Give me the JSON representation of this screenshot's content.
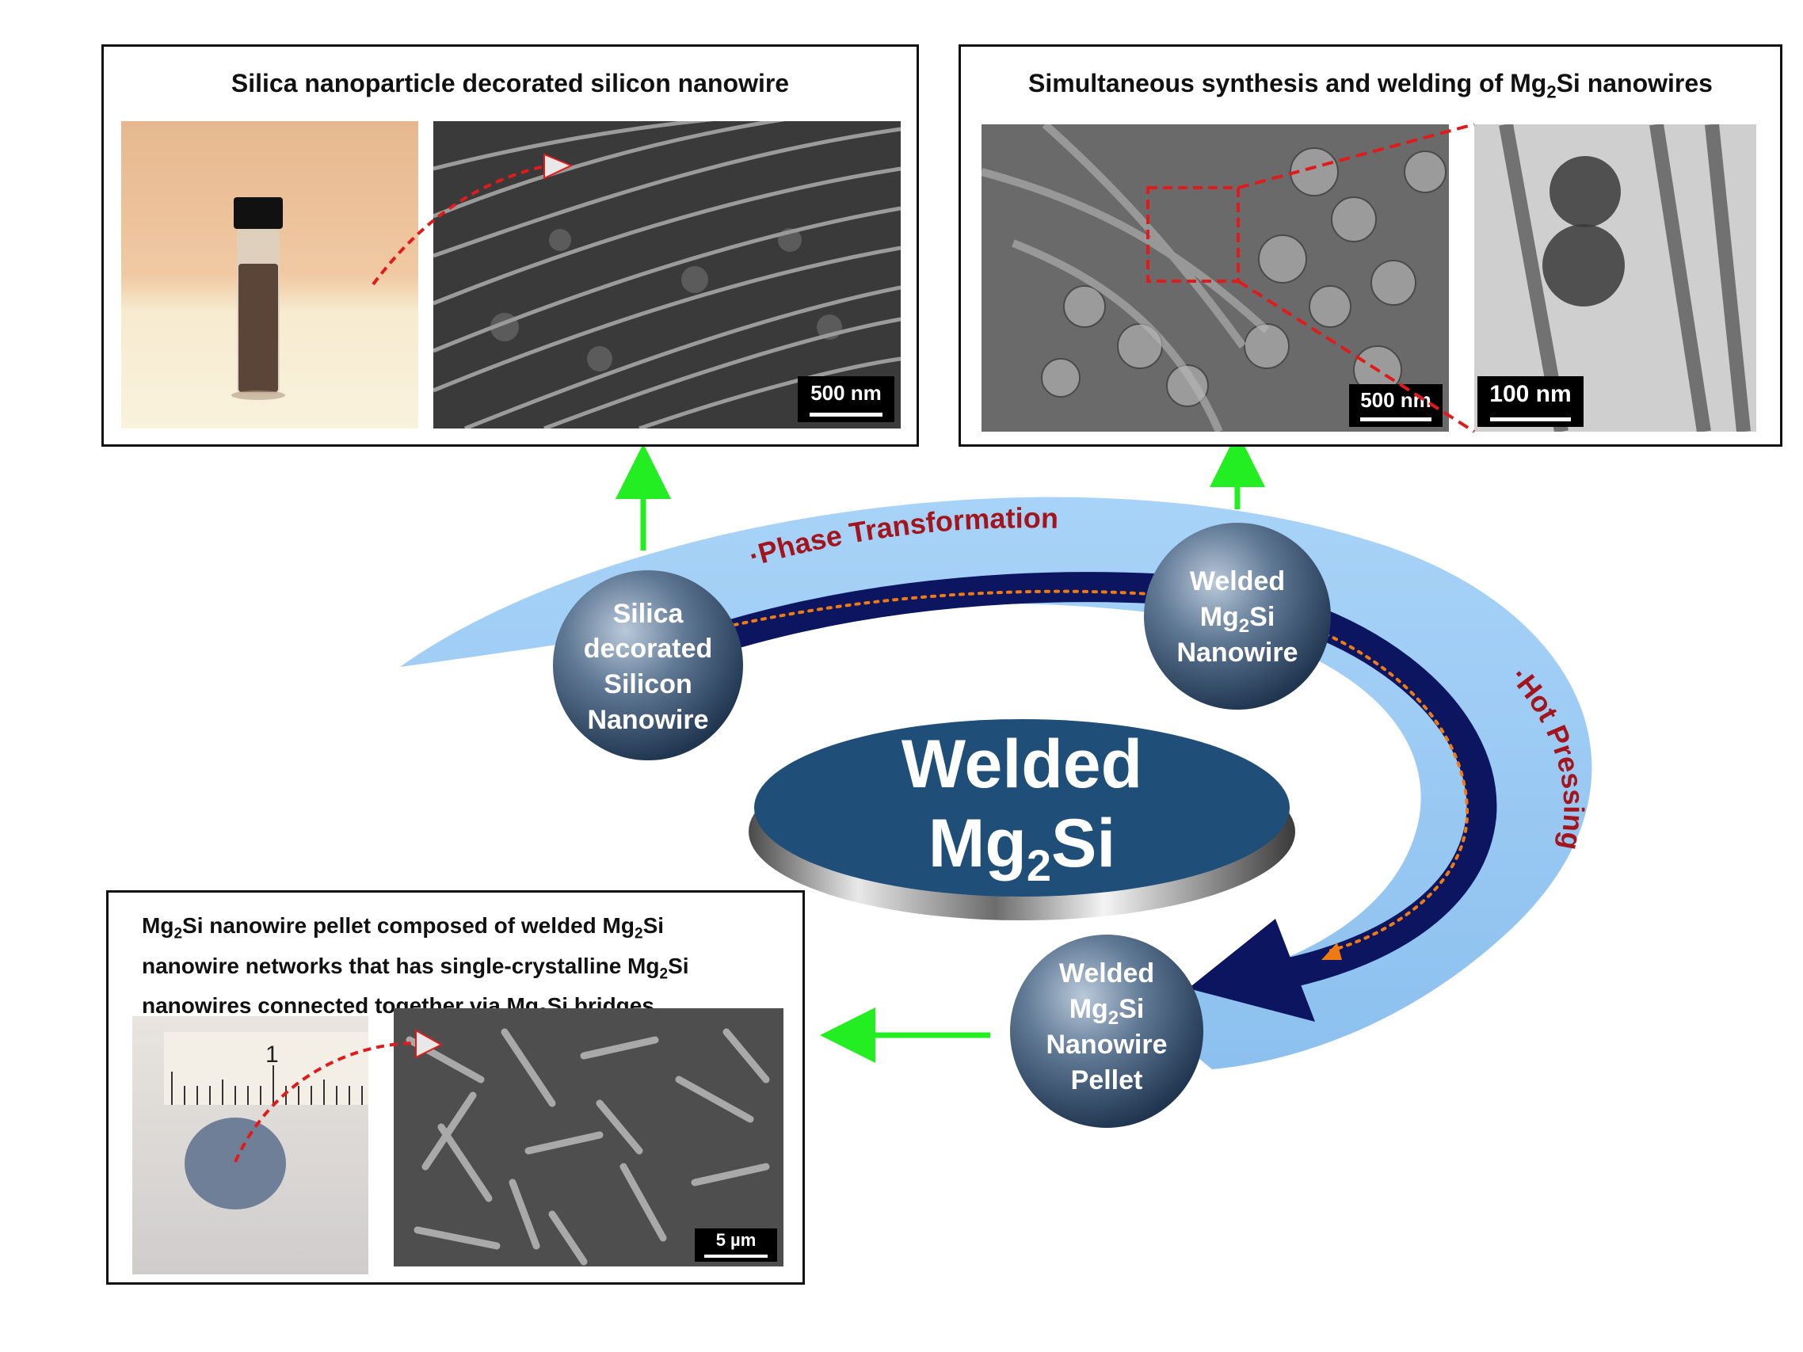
{
  "panels": {
    "top_left": {
      "title": "Silica nanoparticle decorated silicon nanowire",
      "scale_label": "500 nm"
    },
    "top_right": {
      "title_part1": "Simultaneous synthesis and welding of Mg",
      "title_sub": "2",
      "title_part2": "Si nanowires",
      "scale_label_sem": "500 nm",
      "scale_label_tem": "100 nm"
    },
    "bottom_left": {
      "desc_line1_a": "Mg",
      "desc_line1_sub1": "2",
      "desc_line1_b": "Si nanowire pellet composed of welded Mg",
      "desc_line1_sub2": "2",
      "desc_line1_c": "Si",
      "desc_line2_a": "nanowire networks that has single-crystalline Mg",
      "desc_line2_sub": "2",
      "desc_line2_b": "Si",
      "desc_line3_a": "nanowires connected together via Mg",
      "desc_line3_sub": "2",
      "desc_line3_b": "Si bridges",
      "ruler_label": "1",
      "scale_label": "5 µm"
    }
  },
  "cycle": {
    "phase_label": "·Phase Transformation",
    "hot_label": "·Hot Pressing",
    "center_line1": "Welded",
    "center_line2_a": "Mg",
    "center_line2_sub": "2",
    "center_line2_b": "Si",
    "nodes": {
      "silica": {
        "l1": "Silica",
        "l2": "decorated",
        "l3": "Silicon",
        "l4": "Nanowire"
      },
      "welded": {
        "l1": "Welded",
        "l2a": "Mg",
        "l2sub": "2",
        "l2b": "Si",
        "l3": "Nanowire"
      },
      "pellet": {
        "l1": "Welded",
        "l2a": "Mg",
        "l2sub": "2",
        "l2b": "Si",
        "l3": "Nanowire",
        "l4": "Pellet"
      }
    }
  },
  "colors": {
    "band_light": "#9fcdf6",
    "arrow_navy": "#0b1560",
    "dotted_orange": "#f07a12",
    "label_red": "#a3141c",
    "node_dark": "#35506e",
    "center_fill": "#1f4e79",
    "green_arrow": "#22ee22",
    "red_dashed": "#e11b1b"
  }
}
